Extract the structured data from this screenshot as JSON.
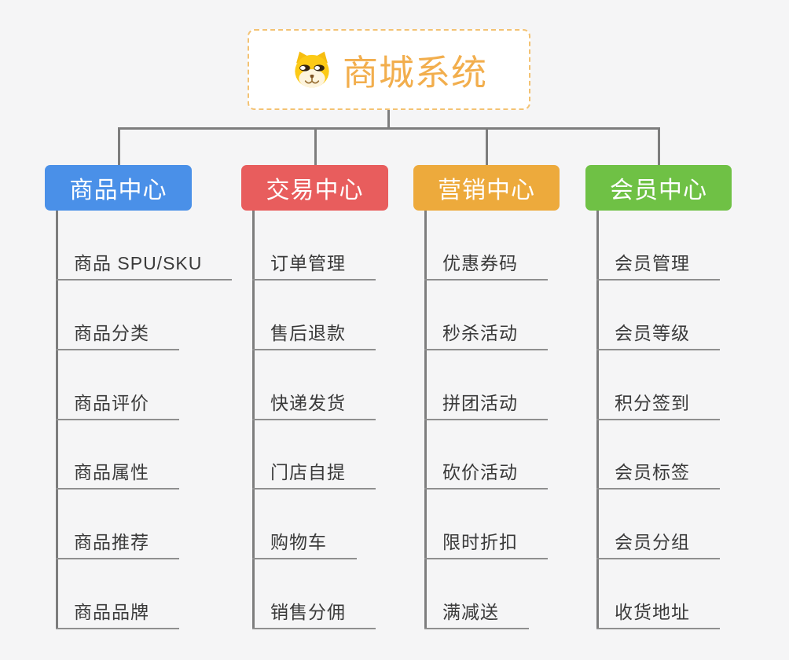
{
  "app": {
    "type": "mindmap-diagram"
  },
  "root": {
    "title": "商城系统",
    "icon": "dog-face-icon"
  },
  "branches": [
    {
      "label": "商品中心",
      "color": "#4a90e8",
      "children": [
        "商品 SPU/SKU",
        "商品分类",
        "商品评价",
        "商品属性",
        "商品推荐",
        "商品品牌"
      ]
    },
    {
      "label": "交易中心",
      "color": "#e85d5d",
      "children": [
        "订单管理",
        "售后退款",
        "快递发货",
        "门店自提",
        "购物车",
        "销售分佣"
      ]
    },
    {
      "label": "营销中心",
      "color": "#edaa3c",
      "children": [
        "优惠券码",
        "秒杀活动",
        "拼团活动",
        "砍价活动",
        "限时折扣",
        "满减送"
      ]
    },
    {
      "label": "会员中心",
      "color": "#6fc145",
      "children": [
        "会员管理",
        "会员等级",
        "积分签到",
        "会员标签",
        "会员分组",
        "收货地址"
      ]
    }
  ],
  "palette": {
    "background": "#f5f5f6",
    "root_title": "#f2ae4d",
    "root_border": "#f3c273",
    "branch_text": "#ffffff",
    "connector": "#7d7d7d",
    "leaf_underline": "#8f8f8f",
    "leaf_text": "#3a3a3a"
  }
}
